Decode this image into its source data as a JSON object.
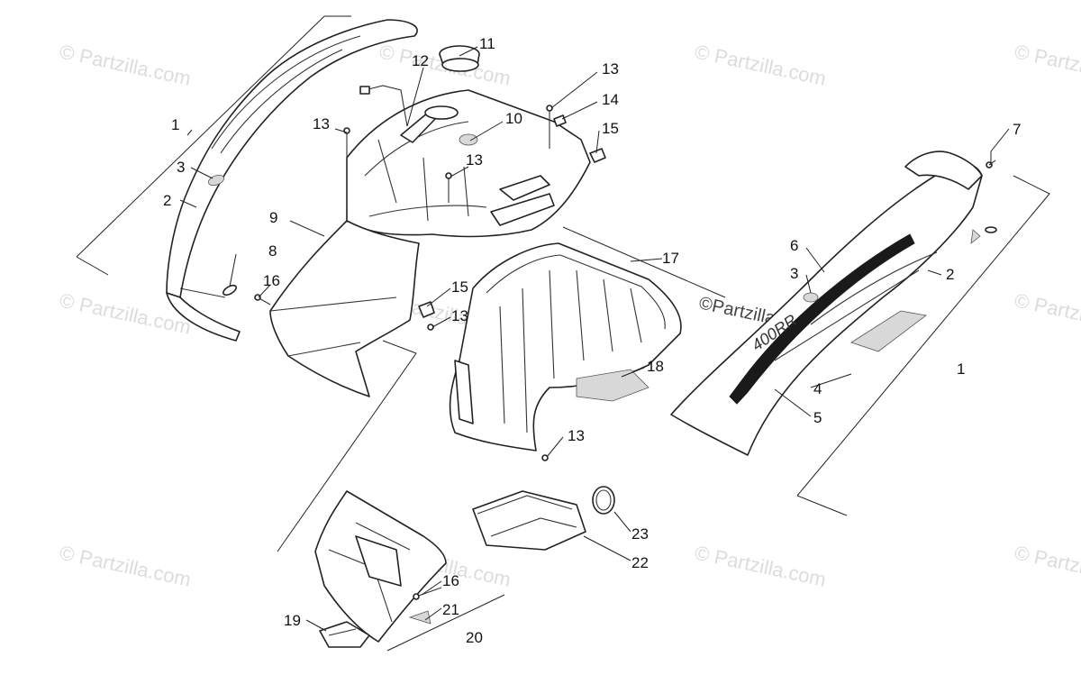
{
  "watermark": {
    "text": "© Partzilla.com",
    "center_text": "©Partzilla.com"
  },
  "callouts": {
    "c1_left": "1",
    "c2_left": "2",
    "c3_left": "3",
    "c8": "8",
    "c16_top": "16",
    "c9": "9",
    "c12": "12",
    "c11": "11",
    "c10": "10",
    "c13_a": "13",
    "c13_b": "13",
    "c13_c": "13",
    "c13_d": "13",
    "c13_e": "13",
    "c14": "14",
    "c15_top": "15",
    "c15_mid": "15",
    "c17": "17",
    "c18": "18",
    "c7": "7",
    "c6": "6",
    "c3_right": "3",
    "c2_right": "2",
    "c1_right": "1",
    "c4": "4",
    "c5": "5",
    "c23": "23",
    "c22": "22",
    "c16_bottom": "16",
    "c21": "21",
    "c19": "19",
    "c20": "20"
  },
  "decal_text": "400RR"
}
